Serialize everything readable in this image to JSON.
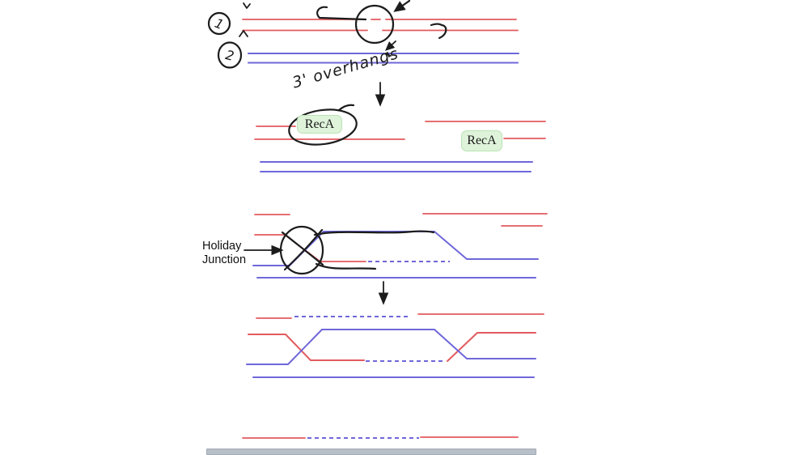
{
  "colors": {
    "strand_red": "#e25a5e",
    "strand_blue": "#6f67d9",
    "ink": "#1c1c1c",
    "reca_fill": "#def3da",
    "reca_border": "#b9e2b4",
    "scrollbar": "#b7c0c9"
  },
  "annotations": {
    "step_one": "1",
    "step_two": "2",
    "overhangs_label": "3' overhangs",
    "holiday_line1": "Holiday",
    "holiday_line2": "Junction"
  },
  "proteins": {
    "reca_left": "RecA",
    "reca_right": "RecA"
  }
}
